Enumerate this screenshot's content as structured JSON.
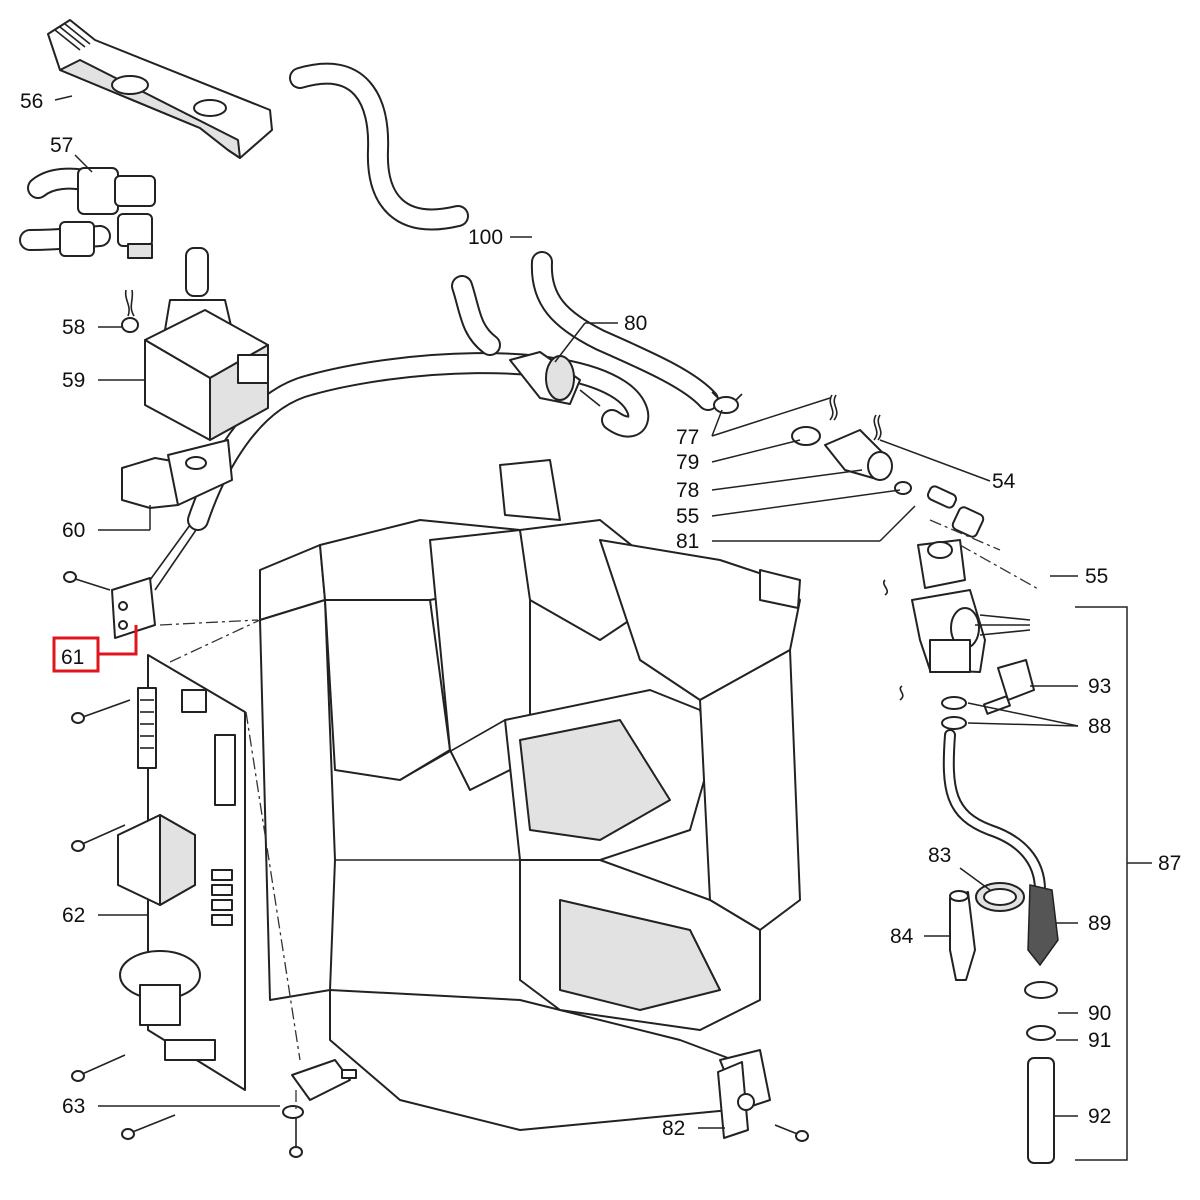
{
  "diagram": {
    "labels": [
      "56",
      "57",
      "58",
      "59",
      "60",
      "61",
      "62",
      "63",
      "100",
      "80",
      "77",
      "79",
      "78",
      "54",
      "55",
      "81",
      "55",
      "93",
      "88",
      "87",
      "83",
      "89",
      "84",
      "90",
      "91",
      "92",
      "82"
    ],
    "highlight": {
      "label": "61",
      "color": "#e0141c"
    }
  }
}
